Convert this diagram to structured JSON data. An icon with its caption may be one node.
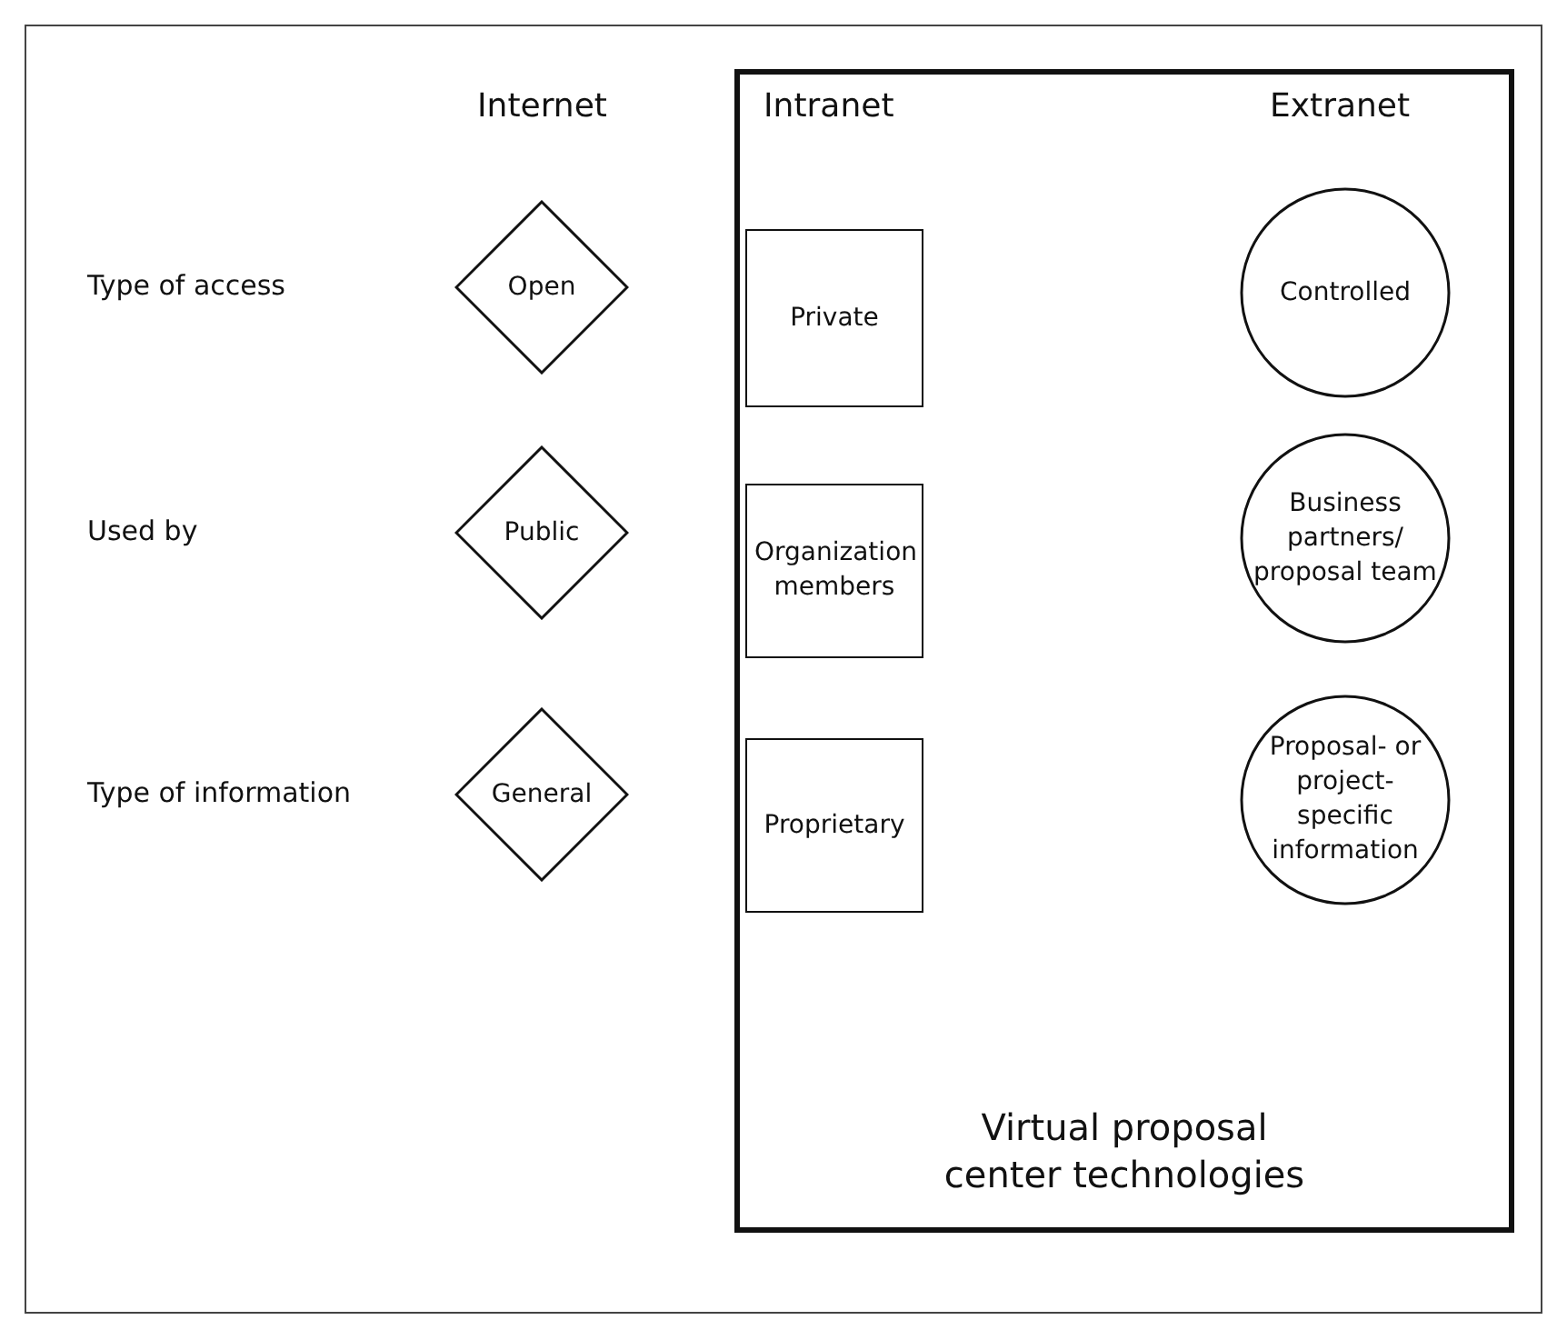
{
  "diagram": {
    "nodes": [
      {
        "text": [
          "Virtual proposal center technologies"
        ]
      },
      {
        "text": [
          "Open"
        ]
      },
      {
        "text": [
          "Private"
        ],
        "in": 0
      },
      {
        "text": [
          "Controlled"
        ],
        "in": 0
      },
      {
        "text": [
          "Public"
        ]
      },
      {
        "text": [
          "Organization members"
        ],
        "in": 0
      },
      {
        "text": [
          "Business partners/ proposal team"
        ],
        "in": 0
      },
      {
        "text": [
          "General"
        ]
      },
      {
        "text": [
          "Proprietary"
        ],
        "in": 0
      },
      {
        "text": [
          "Proposal- or project-specific information"
        ],
        "in": 0
      }
    ],
    "edges": [],
    "labels": [
      "Internet",
      "Intranet",
      "Extranet",
      "Type of access",
      "Used by",
      "Type of information"
    ]
  }
}
